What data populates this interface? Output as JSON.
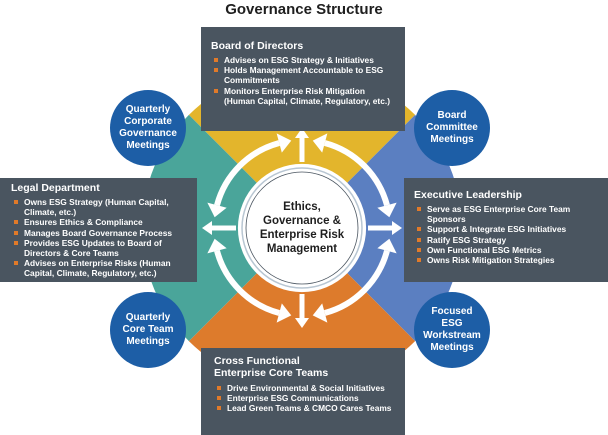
{
  "title": "Governance Structure",
  "center": {
    "lines": [
      "Ethics,",
      "Governance &",
      "Enterprise Risk",
      "Management"
    ]
  },
  "colors": {
    "top": "#e3b52c",
    "right": "#5b7fc1",
    "bottom": "#dd7b2c",
    "left": "#4aa59a",
    "box": "#4a5560",
    "bubble": "#1d5ea6",
    "bullet": "#e07a2a"
  },
  "boxes": {
    "top": {
      "title": "Board of Directors",
      "items": [
        "Advises on ESG Strategy & Initiatives",
        "Holds Management Accountable to ESG Commitments",
        "Monitors Enterprise Risk Mitigation (Human Capital, Climate, Regulatory, etc.)"
      ]
    },
    "left": {
      "title": "Legal Department",
      "items": [
        "Owns ESG Strategy (Human Capital, Climate, etc.)",
        "Ensures Ethics & Compliance",
        "Manages Board Governance Process",
        "Provides ESG Updates to Board of Directors & Core Teams",
        "Advises on Enterprise Risks (Human Capital, Climate, Regulatory, etc.)"
      ]
    },
    "right": {
      "title": "Executive Leadership",
      "items": [
        "Serve as ESG Enterprise Core Team Sponsors",
        "Support & Integrate ESG Initiatives",
        "Ratify ESG Strategy",
        "Own Functional ESG Metrics",
        "Owns Risk Mitigation Strategies"
      ]
    },
    "bottom": {
      "title_line1": "Cross Functional",
      "title_line2": "Enterprise Core Teams",
      "items": [
        "Drive Environmental & Social Initiatives",
        "Enterprise ESG Communications",
        "Lead Green Teams & CMCO Cares Teams"
      ]
    }
  },
  "bubbles": {
    "top_left": "Quarterly Corporate Governance Meetings",
    "top_right": "Board Committee Meetings",
    "bottom_left": "Quarterly Core Team Meetings",
    "bottom_right": "Focused ESG Workstream Meetings"
  }
}
